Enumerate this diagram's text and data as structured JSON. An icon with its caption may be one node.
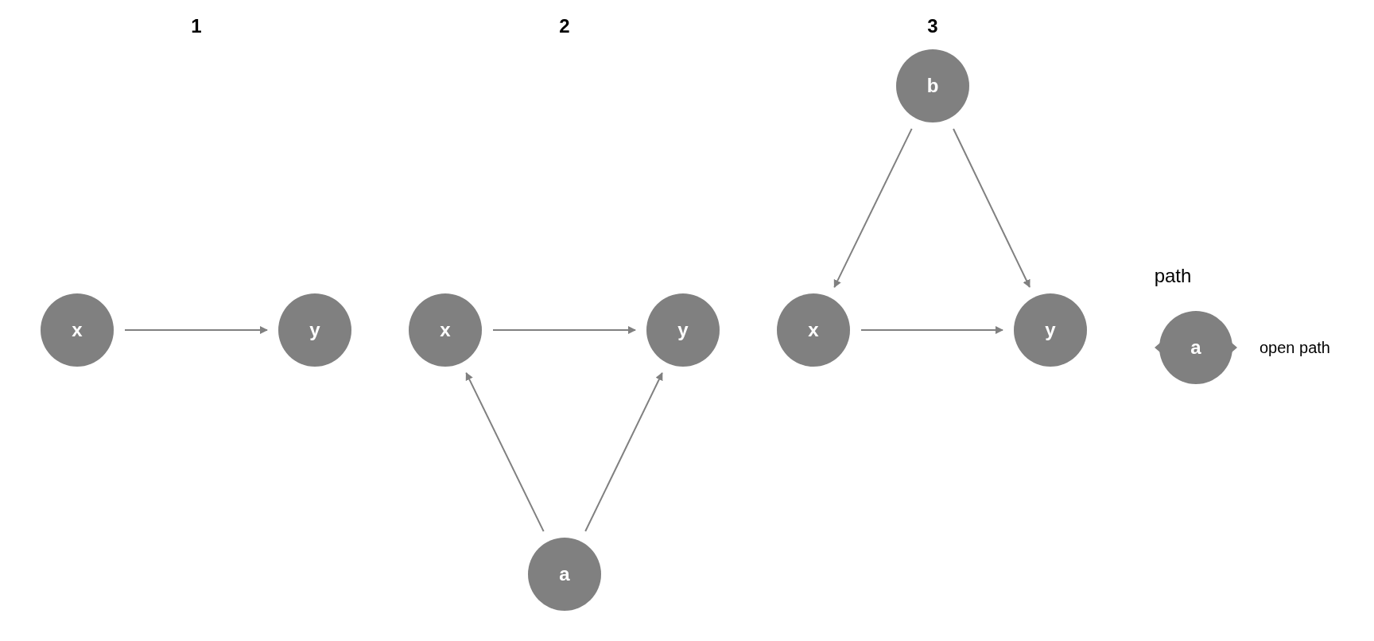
{
  "diagram": {
    "nodes": [
      {
        "text": [
          "x"
        ]
      },
      {
        "text": [
          "y"
        ]
      },
      {
        "text": [
          "x"
        ]
      },
      {
        "text": [
          "y"
        ]
      },
      {
        "text": [
          "a"
        ]
      },
      {
        "text": [
          "b"
        ]
      },
      {
        "text": [
          "x"
        ]
      },
      {
        "text": [
          "y"
        ]
      },
      {
        "text": [
          "a"
        ],
        "beside": [
          "open path"
        ]
      }
    ],
    "edges": [
      {
        "from": 0,
        "to": 1,
        "arrow": "to"
      },
      {
        "from": 2,
        "to": 3,
        "arrow": "to"
      },
      {
        "from": 4,
        "to": 2,
        "arrow": "to"
      },
      {
        "from": 4,
        "to": 3,
        "arrow": "to"
      },
      {
        "from": 5,
        "to": 6,
        "arrow": "to"
      },
      {
        "from": 5,
        "to": 7,
        "arrow": "to"
      },
      {
        "from": 6,
        "to": 7,
        "arrow": "to"
      }
    ],
    "labels": [
      "1",
      "2",
      "3",
      "path"
    ]
  }
}
